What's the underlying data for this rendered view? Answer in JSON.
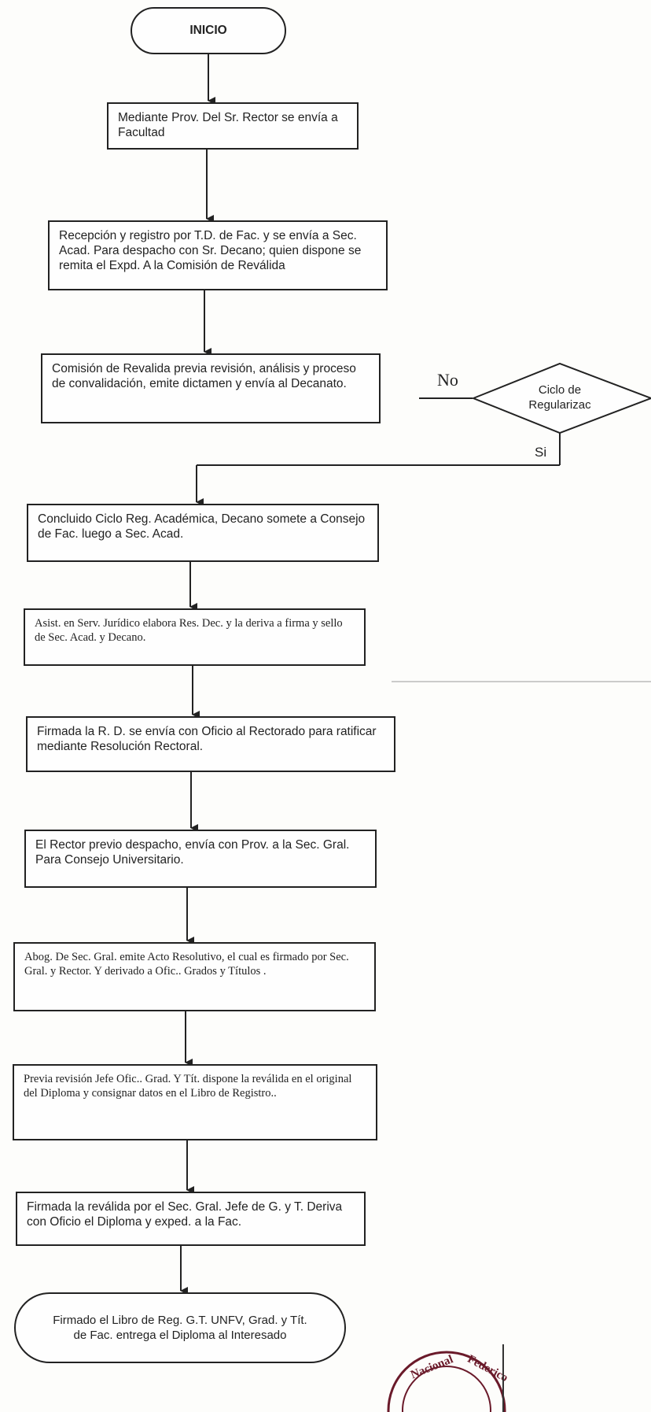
{
  "flow": {
    "start": "INICIO",
    "steps": [
      "Mediante Prov. Del Sr. Rector se envía a Facultad",
      "Recepción y registro por T.D. de Fac. y se envía a Sec. Acad. Para despacho con Sr. Decano; quien dispone se remita el Expd. A la Comisión de Reválida",
      "Comisión de Revalida previa revisión, análisis y proceso de convalidación, emite dictamen y envía al Decanato.",
      "Concluido Ciclo Reg. Académica, Decano somete a Consejo de Fac. luego a Sec. Acad.",
      "Asist. en Serv. Jurídico elabora Res. Dec. y la deriva a firma y sello de Sec. Acad. y Decano.",
      "Firmada la R. D. se envía con Oficio al Rectorado para ratificar mediante Resolución Rectoral.",
      "El Rector previo despacho, envía con Prov. a la Sec. Gral. Para Consejo Universitario.",
      "Abog. De Sec. Gral. emite Acto Resolutivo, el cual es firmado por Sec. Gral. y Rector. Y derivado a Ofic.. Grados y Títulos .",
      "Previa revisión Jefe Ofic.. Grad. Y Tít. dispone la reválida en el original del Diploma y consignar datos en el Libro de Registro..",
      "Firmada la reválida por el Sec. Gral. Jefe de G. y T. Deriva con Oficio el Diploma y exped. a la Fac."
    ],
    "decision": "Ciclo de Regularizac",
    "decision_no": "No",
    "decision_si": "Si",
    "end": "Firmado el Libro de Reg. G.T. UNFV, Grad. y Tít. de Fac. entrega el Diploma al Interesado"
  },
  "stamp_text": "Nacional Federico"
}
